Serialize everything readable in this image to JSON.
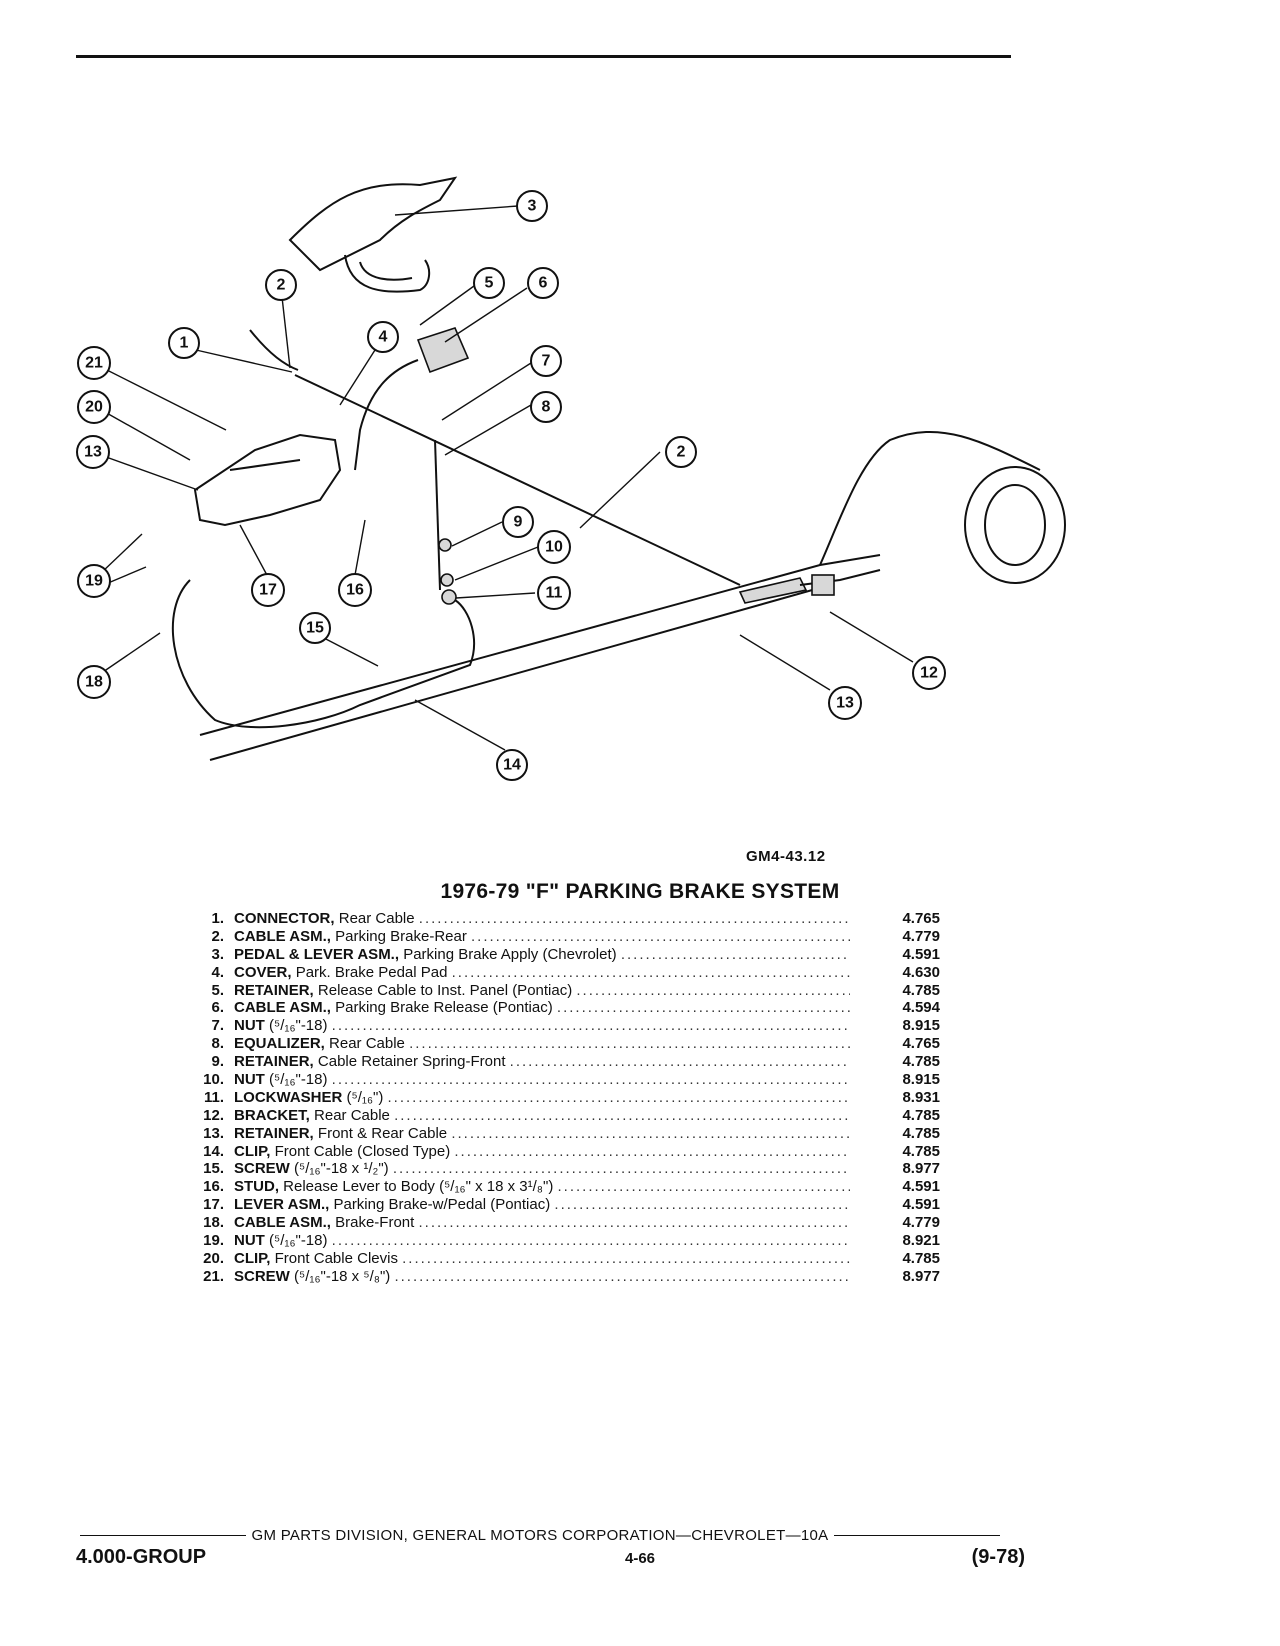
{
  "figure": {
    "code": "GM4-43.12",
    "callouts": [
      "3",
      "2",
      "5",
      "6",
      "4",
      "1",
      "21",
      "7",
      "20",
      "8",
      "13",
      "2",
      "19",
      "9",
      "10",
      "11",
      "17",
      "16",
      "15",
      "18",
      "12",
      "13",
      "14"
    ]
  },
  "table": {
    "title": "1976-79 \"F\" PARKING BRAKE SYSTEM",
    "rows": [
      {
        "num": "1.",
        "name": "CONNECTOR,",
        "desc": "Rear Cable",
        "group": "4.765"
      },
      {
        "num": "2.",
        "name": "CABLE ASM.,",
        "desc": "Parking Brake-Rear",
        "group": "4.779"
      },
      {
        "num": "3.",
        "name": "PEDAL & LEVER ASM.,",
        "desc": "Parking Brake Apply (Chevrolet)",
        "group": "4.591"
      },
      {
        "num": "4.",
        "name": "COVER,",
        "desc": "Park. Brake Pedal Pad",
        "group": "4.630"
      },
      {
        "num": "5.",
        "name": "RETAINER,",
        "desc": "Release Cable to Inst. Panel (Pontiac)",
        "group": "4.785"
      },
      {
        "num": "6.",
        "name": "CABLE ASM.,",
        "desc": "Parking Brake Release (Pontiac)",
        "group": "4.594"
      },
      {
        "num": "7.",
        "name": "NUT",
        "desc": "(⁵/₁₆\"-18)",
        "group": "8.915"
      },
      {
        "num": "8.",
        "name": "EQUALIZER,",
        "desc": "Rear Cable",
        "group": "4.765"
      },
      {
        "num": "9.",
        "name": "RETAINER,",
        "desc": "Cable Retainer Spring-Front",
        "group": "4.785"
      },
      {
        "num": "10.",
        "name": "NUT",
        "desc": "(⁵/₁₆\"-18)",
        "group": "8.915"
      },
      {
        "num": "11.",
        "name": "LOCKWASHER",
        "desc": "(⁵/₁₆\")",
        "group": "8.931"
      },
      {
        "num": "12.",
        "name": "BRACKET,",
        "desc": "Rear Cable",
        "group": "4.785"
      },
      {
        "num": "13.",
        "name": "RETAINER,",
        "desc": "Front & Rear Cable",
        "group": "4.785"
      },
      {
        "num": "14.",
        "name": "CLIP,",
        "desc": "Front Cable (Closed Type)",
        "group": "4.785"
      },
      {
        "num": "15.",
        "name": "SCREW",
        "desc": "(⁵/₁₆\"-18 x ¹/₂\")",
        "group": "8.977"
      },
      {
        "num": "16.",
        "name": "STUD,",
        "desc": "Release Lever to Body (⁵/₁₆\" x 18 x 3¹/₈\")",
        "group": "4.591"
      },
      {
        "num": "17.",
        "name": "LEVER ASM.,",
        "desc": "Parking Brake-w/Pedal (Pontiac)",
        "group": "4.591"
      },
      {
        "num": "18.",
        "name": "CABLE ASM.,",
        "desc": "Brake-Front",
        "group": "4.779"
      },
      {
        "num": "19.",
        "name": "NUT",
        "desc": "(⁵/₁₆\"-18)",
        "group": "8.921"
      },
      {
        "num": "20.",
        "name": "CLIP,",
        "desc": "Front Cable Clevis",
        "group": "4.785"
      },
      {
        "num": "21.",
        "name": "SCREW",
        "desc": "(⁵/₁₆\"-18 x ⁵/₈\")",
        "group": "8.977"
      }
    ]
  },
  "footer": {
    "division": "GM PARTS DIVISION, GENERAL MOTORS CORPORATION—CHEVROLET—10A",
    "group": "4.000-GROUP",
    "page": "4-66",
    "date": "(9-78)"
  }
}
